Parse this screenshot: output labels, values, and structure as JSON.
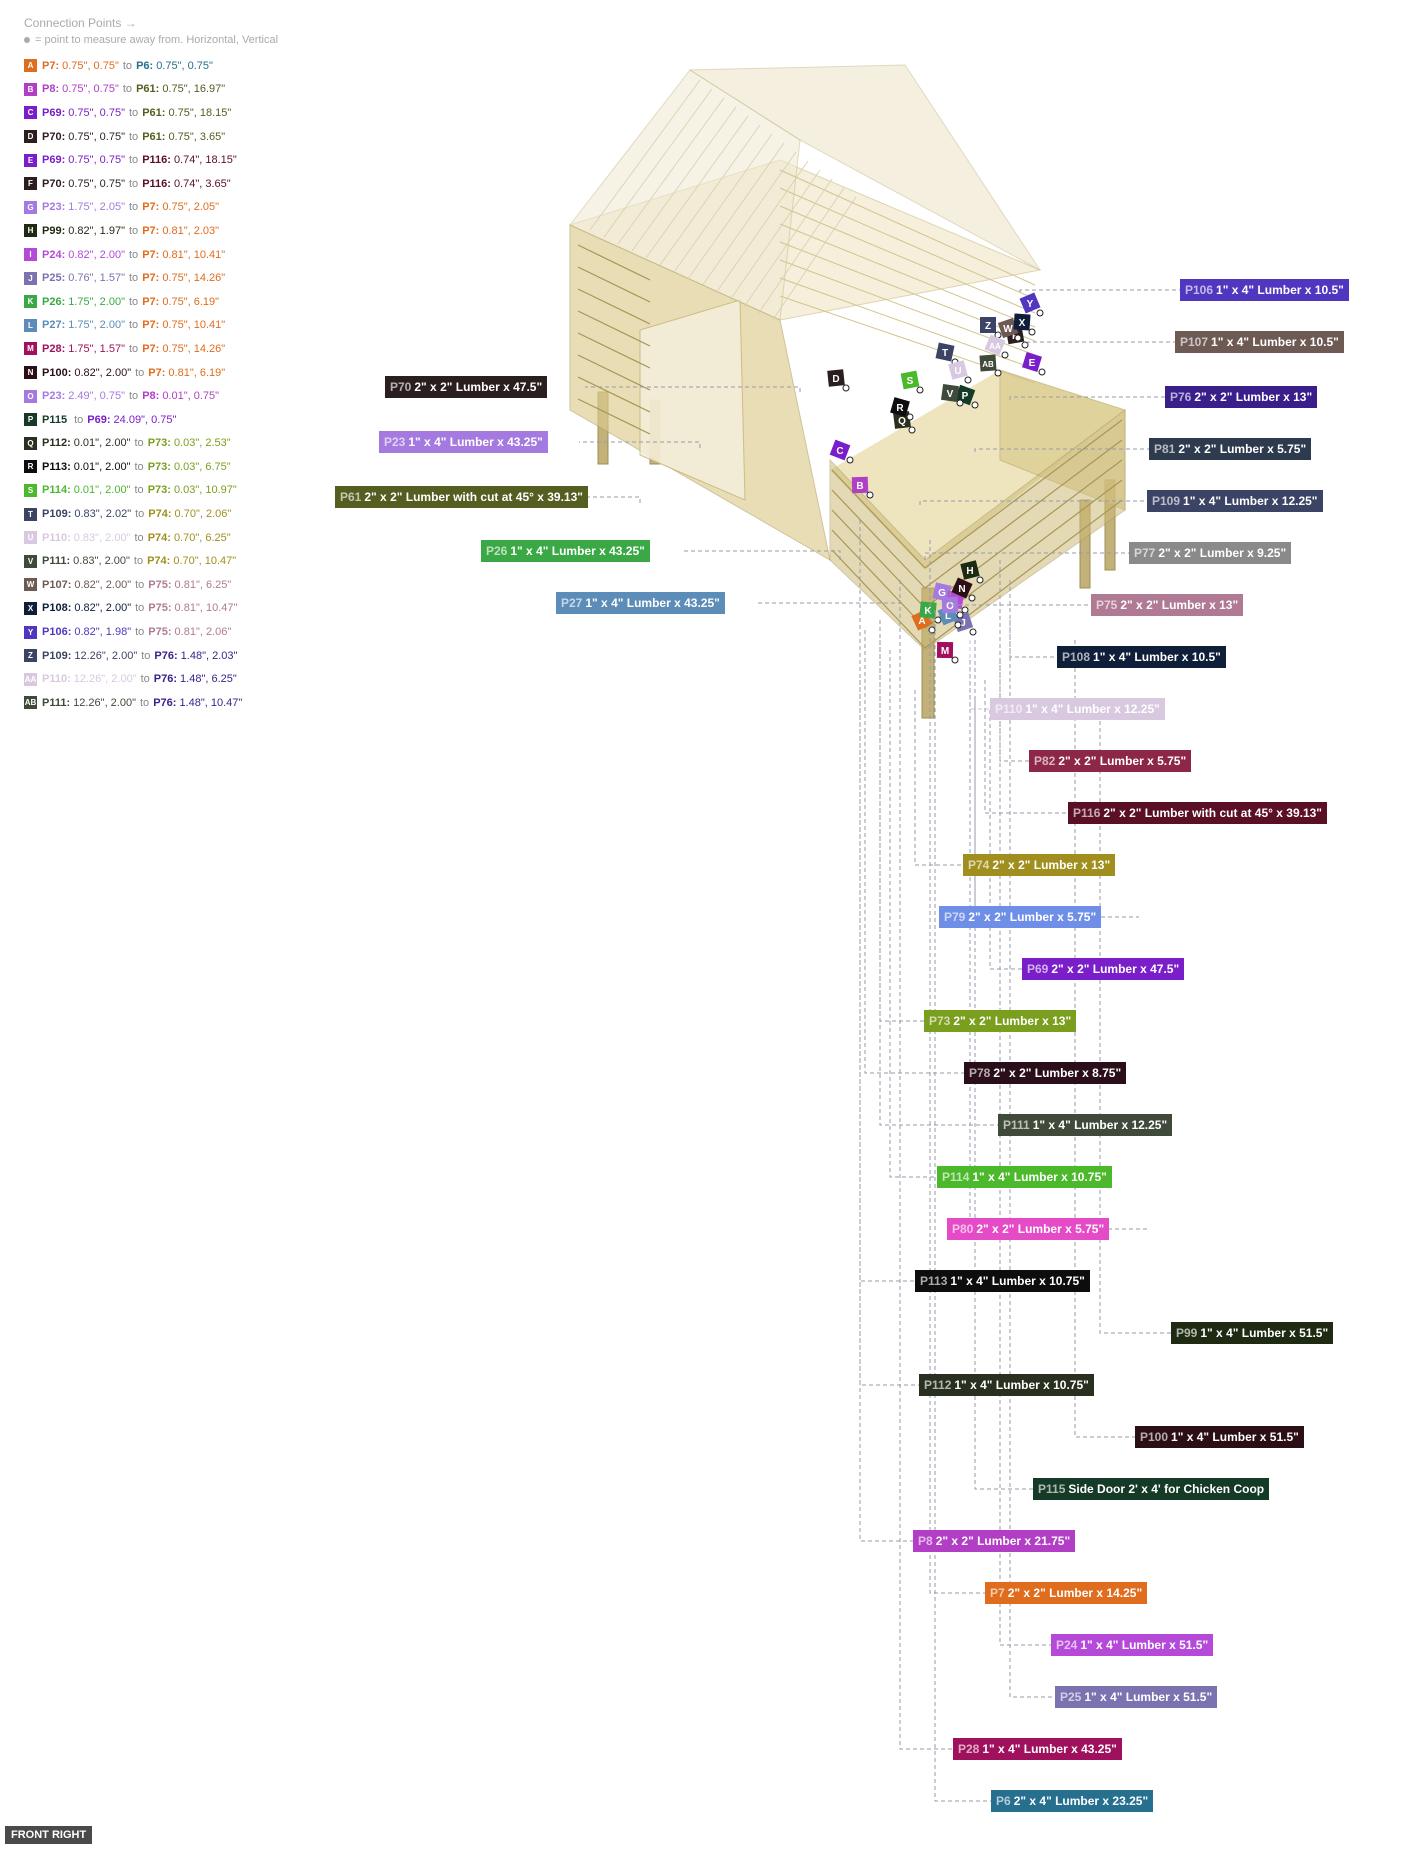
{
  "legend": {
    "title": "Connection Points →",
    "subtitle": "= point to measure away from. Horizontal, Vertical",
    "to_word": "to",
    "rows": [
      {
        "badge": "A",
        "color": "#e06c1e",
        "from": "P7:",
        "from_color": "#e06c1e",
        "from_val": "0.75\", 0.75\"",
        "to": "P6:",
        "to_color": "#266f8e",
        "to_val": "0.75\", 0.75\""
      },
      {
        "badge": "B",
        "color": "#b13ec4",
        "from": "P8:",
        "from_color": "#b13ec4",
        "from_val": "0.75\", 0.75\"",
        "to": "P61:",
        "to_color": "#555d20",
        "to_val": "0.75\", 16.97\""
      },
      {
        "badge": "C",
        "color": "#7a1ec9",
        "from": "P69:",
        "from_color": "#7a1ec9",
        "from_val": "0.75\", 0.75\"",
        "to": "P61:",
        "to_color": "#555d20",
        "to_val": "0.75\", 18.15\""
      },
      {
        "badge": "D",
        "color": "#2b1e1e",
        "from": "P70:",
        "from_color": "#2b1e1e",
        "from_val": "0.75\", 0.75\"",
        "to": "P61:",
        "to_color": "#555d20",
        "to_val": "0.75\", 3.65\""
      },
      {
        "badge": "E",
        "color": "#7a1ec9",
        "from": "P69:",
        "from_color": "#7a1ec9",
        "from_val": "0.75\", 0.75\"",
        "to": "P116:",
        "to_color": "#5a0f24",
        "to_val": "0.74\", 18.15\""
      },
      {
        "badge": "F",
        "color": "#2b1e1e",
        "from": "P70:",
        "from_color": "#2b1e1e",
        "from_val": "0.75\", 0.75\"",
        "to": "P116:",
        "to_color": "#5a0f24",
        "to_val": "0.74\", 3.65\""
      },
      {
        "badge": "G",
        "color": "#a57ae0",
        "from": "P23:",
        "from_color": "#a57ae0",
        "from_val": "1.75\", 2.05\"",
        "to": "P7:",
        "to_color": "#e06c1e",
        "to_val": "0.75\", 2.05\""
      },
      {
        "badge": "H",
        "color": "#1f2a12",
        "from": "P99:",
        "from_color": "#1f2a12",
        "from_val": "0.82\", 1.97\"",
        "to": "P7:",
        "to_color": "#e06c1e",
        "to_val": "0.81\", 2.03\""
      },
      {
        "badge": "I",
        "color": "#b54ad9",
        "from": "P24:",
        "from_color": "#b54ad9",
        "from_val": "0.82\", 2.00\"",
        "to": "P7:",
        "to_color": "#e06c1e",
        "to_val": "0.81\", 10.41\""
      },
      {
        "badge": "J",
        "color": "#7b73b0",
        "from": "P25:",
        "from_color": "#7b73b0",
        "from_val": "0.76\", 1.57\"",
        "to": "P7:",
        "to_color": "#e06c1e",
        "to_val": "0.75\", 14.26\""
      },
      {
        "badge": "K",
        "color": "#3aa845",
        "from": "P26:",
        "from_color": "#3aa845",
        "from_val": "1.75\", 2.00\"",
        "to": "P7:",
        "to_color": "#e06c1e",
        "to_val": "0.75\", 6.19\""
      },
      {
        "badge": "L",
        "color": "#5b8db8",
        "from": "P27:",
        "from_color": "#5b8db8",
        "from_val": "1.75\", 2.00\"",
        "to": "P7:",
        "to_color": "#e06c1e",
        "to_val": "0.75\", 10.41\""
      },
      {
        "badge": "M",
        "color": "#a0115d",
        "from": "P28:",
        "from_color": "#a0115d",
        "from_val": "1.75\", 1.57\"",
        "to": "P7:",
        "to_color": "#e06c1e",
        "to_val": "0.75\", 14.26\""
      },
      {
        "badge": "N",
        "color": "#2b0f14",
        "from": "P100:",
        "from_color": "#2b0f14",
        "from_val": "0.82\", 2.00\"",
        "to": "P7:",
        "to_color": "#e06c1e",
        "to_val": "0.81\", 6.19\""
      },
      {
        "badge": "O",
        "color": "#a57ae0",
        "from": "P23:",
        "from_color": "#a57ae0",
        "from_val": "2.49\", 0.75\"",
        "to": "P8:",
        "to_color": "#b13ec4",
        "to_val": "0.01\", 0.75\""
      },
      {
        "badge": "P",
        "color": "#153a28",
        "from": "P115",
        "from_color": "#153a28",
        "from_val": "",
        "to": "P69:",
        "to_color": "#7a1ec9",
        "to_val": "24.09\", 0.75\""
      },
      {
        "badge": "Q",
        "color": "#2a3020",
        "from": "P112:",
        "from_color": "#2a3020",
        "from_val": "0.01\", 2.00\"",
        "to": "P73:",
        "to_color": "#7a9e1e",
        "to_val": "0.03\", 2.53\""
      },
      {
        "badge": "R",
        "color": "#0d0d0d",
        "from": "P113:",
        "from_color": "#0d0d0d",
        "from_val": "0.01\", 2.00\"",
        "to": "P73:",
        "to_color": "#7a9e1e",
        "to_val": "0.03\", 6.75\""
      },
      {
        "badge": "S",
        "color": "#4cb82c",
        "from": "P114:",
        "from_color": "#4cb82c",
        "from_val": "0.01\", 2.00\"",
        "to": "P73:",
        "to_color": "#7a9e1e",
        "to_val": "0.03\", 10.97\""
      },
      {
        "badge": "T",
        "color": "#3b4464",
        "from": "P109:",
        "from_color": "#3b4464",
        "from_val": "0.83\", 2.02\"",
        "to": "P74:",
        "to_color": "#a08f1e",
        "to_val": "0.70\", 2.06\""
      },
      {
        "badge": "U",
        "color": "#d9c9e0",
        "from": "P110:",
        "from_color": "#d9c9e0",
        "from_val": "0.83\", 2.00\"",
        "to": "P74:",
        "to_color": "#a08f1e",
        "to_val": "0.70\", 6.25\""
      },
      {
        "badge": "V",
        "color": "#3f4a3a",
        "from": "P111:",
        "from_color": "#3f4a3a",
        "from_val": "0.83\", 2.00\"",
        "to": "P74:",
        "to_color": "#a08f1e",
        "to_val": "0.70\", 10.47\""
      },
      {
        "badge": "W",
        "color": "#6e5a55",
        "from": "P107:",
        "from_color": "#6e5a55",
        "from_val": "0.82\", 2.00\"",
        "to": "P75:",
        "to_color": "#b07a94",
        "to_val": "0.81\", 6.25\""
      },
      {
        "badge": "X",
        "color": "#0f1f3a",
        "from": "P108:",
        "from_color": "#0f1f3a",
        "from_val": "0.82\", 2.00\"",
        "to": "P75:",
        "to_color": "#b07a94",
        "to_val": "0.81\", 10.47\""
      },
      {
        "badge": "Y",
        "color": "#5137c0",
        "from": "P106:",
        "from_color": "#5137c0",
        "from_val": "0.82\", 1.98\"",
        "to": "P75:",
        "to_color": "#b07a94",
        "to_val": "0.81\", 2.06\""
      },
      {
        "badge": "Z",
        "color": "#3b4464",
        "from": "P109:",
        "from_color": "#3b4464",
        "from_val": "12.26\", 2.00\"",
        "to": "P76:",
        "to_color": "#3a1e8a",
        "to_val": "1.48\", 2.03\""
      },
      {
        "badge": "AA",
        "color": "#d9c9e0",
        "from": "P110:",
        "from_color": "#d9c9e0",
        "from_val": "12.26\", 2.00\"",
        "to": "P76:",
        "to_color": "#3a1e8a",
        "to_val": "1.48\", 6.25\""
      },
      {
        "badge": "AB",
        "color": "#3f4a3a",
        "from": "P111:",
        "from_color": "#3f4a3a",
        "from_val": "12.26\", 2.00\"",
        "to": "P76:",
        "to_color": "#3a1e8a",
        "to_val": "1.48\", 10.47\""
      }
    ]
  },
  "parts": [
    {
      "id": "P106",
      "desc": "1\" x 4\" Lumber  x 10.5\"",
      "color": "#5137c0"
    },
    {
      "id": "P107",
      "desc": "1\" x 4\" Lumber  x 10.5\"",
      "color": "#6e5a55"
    },
    {
      "id": "P70",
      "desc": "2\" x 2\" Lumber x 47.5\"",
      "color": "#2b1e1e"
    },
    {
      "id": "P76",
      "desc": "2\" x 2\" Lumber x 13\"",
      "color": "#3a1e8a"
    },
    {
      "id": "P23",
      "desc": "1\" x 4\" Lumber  x 43.25\"",
      "color": "#a57ae0"
    },
    {
      "id": "P81",
      "desc": "2\" x 2\" Lumber x 5.75\"",
      "color": "#2e3a4e"
    },
    {
      "id": "P61",
      "desc": "2\" x 2\" Lumber with cut at 45° x 39.13\"",
      "color": "#555d20"
    },
    {
      "id": "P109",
      "desc": "1\" x 4\" Lumber  x 12.25\"",
      "color": "#3b4464"
    },
    {
      "id": "P26",
      "desc": "1\" x 4\" Lumber  x 43.25\"",
      "color": "#3aa845"
    },
    {
      "id": "P77",
      "desc": "2\" x 2\" Lumber x 9.25\"",
      "color": "#8a8a8a"
    },
    {
      "id": "P27",
      "desc": "1\" x 4\" Lumber  x 43.25\"",
      "color": "#5b8db8"
    },
    {
      "id": "P75",
      "desc": "2\" x 2\" Lumber x 13\"",
      "color": "#b07a94"
    },
    {
      "id": "P108",
      "desc": "1\" x 4\" Lumber  x 10.5\"",
      "color": "#0f1f3a"
    },
    {
      "id": "P110",
      "desc": "1\" x 4\" Lumber  x 12.25\"",
      "color": "#d9c9e0"
    },
    {
      "id": "P82",
      "desc": "2\" x 2\" Lumber x 5.75\"",
      "color": "#8c2748"
    },
    {
      "id": "P116",
      "desc": "2\" x 2\" Lumber with cut at 45° x 39.13\"",
      "color": "#5a0f24"
    },
    {
      "id": "P74",
      "desc": "2\" x 2\" Lumber x 13\"",
      "color": "#a08f1e"
    },
    {
      "id": "P79",
      "desc": "2\" x 2\" Lumber x 5.75\"",
      "color": "#6f8ee8"
    },
    {
      "id": "P69",
      "desc": "2\" x 2\" Lumber x 47.5\"",
      "color": "#7a1ec9"
    },
    {
      "id": "P73",
      "desc": "2\" x 2\" Lumber x 13\"",
      "color": "#7a9e1e"
    },
    {
      "id": "P78",
      "desc": "2\" x 2\" Lumber x 8.75\"",
      "color": "#2a0f1a"
    },
    {
      "id": "P111",
      "desc": "1\" x 4\" Lumber  x 12.25\"",
      "color": "#3f4a3a"
    },
    {
      "id": "P114",
      "desc": "1\" x 4\" Lumber  x 10.75\"",
      "color": "#4cb82c"
    },
    {
      "id": "P80",
      "desc": "2\" x 2\" Lumber x 5.75\"",
      "color": "#e64bc7"
    },
    {
      "id": "P113",
      "desc": "1\" x 4\" Lumber  x 10.75\"",
      "color": "#0d0d0d"
    },
    {
      "id": "P99",
      "desc": "1\" x 4\" Lumber  x 51.5\"",
      "color": "#1f2a12"
    },
    {
      "id": "P112",
      "desc": "1\" x 4\" Lumber  x 10.75\"",
      "color": "#2a3020"
    },
    {
      "id": "P100",
      "desc": "1\" x 4\" Lumber  x 51.5\"",
      "color": "#2b0f14"
    },
    {
      "id": "P115",
      "desc": "Side Door 2' x 4' for Chicken Coop",
      "color": "#153a28"
    },
    {
      "id": "P8",
      "desc": "2\" x 2\" Lumber x 21.75\"",
      "color": "#b13ec4"
    },
    {
      "id": "P7",
      "desc": "2\" x 2\" Lumber x 14.25\"",
      "color": "#e06c1e"
    },
    {
      "id": "P24",
      "desc": "1\" x 4\" Lumber  x 51.5\"",
      "color": "#b54ad9"
    },
    {
      "id": "P25",
      "desc": "1\" x 4\" Lumber  x 51.5\"",
      "color": "#7b73b0"
    },
    {
      "id": "P28",
      "desc": "1\" x 4\" Lumber  x 43.25\"",
      "color": "#a0115d"
    },
    {
      "id": "P6",
      "desc": "2\" x 4\" Lumber  x 23.25\"",
      "color": "#266f8e"
    }
  ],
  "markers": [
    "A",
    "B",
    "C",
    "D",
    "E",
    "F",
    "G",
    "H",
    "I",
    "J",
    "K",
    "L",
    "M",
    "N",
    "O",
    "P",
    "Q",
    "R",
    "S",
    "T",
    "U",
    "V",
    "W",
    "X",
    "Y",
    "Z",
    "AA",
    "AB"
  ],
  "view_label": "FRONT RIGHT"
}
